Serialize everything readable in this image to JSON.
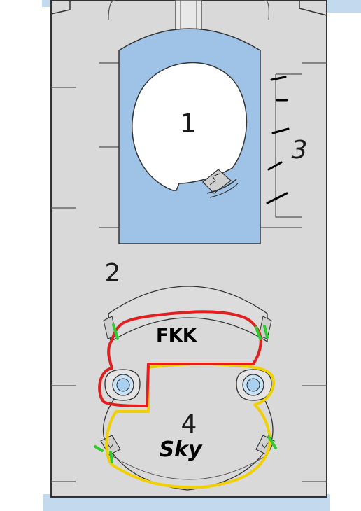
{
  "labels": {
    "area_1": "1",
    "area_2": "2",
    "area_3": "3",
    "area_4": "4"
  },
  "annotations": {
    "upper_zone_text": "FKK",
    "lower_zone_text": "Sky"
  },
  "colors": {
    "hull": "#d9d9d9",
    "hull_outline": "#333333",
    "highlight_blue": "#9fc3e6",
    "water": "#c3d9ee",
    "red_marker": "#e02020",
    "yellow_marker": "#f0d000",
    "green_marker": "#2ecc2e",
    "porthole": "#a8d0f0"
  }
}
